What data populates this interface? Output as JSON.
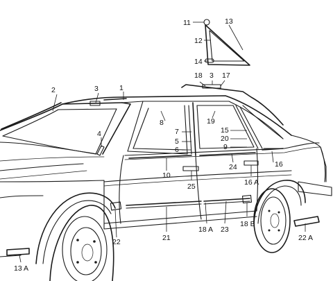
{
  "callouts": [
    {
      "id": "c1",
      "text": "1"
    },
    {
      "id": "c2",
      "text": "2"
    },
    {
      "id": "c3",
      "text": "3"
    },
    {
      "id": "c3b",
      "text": "3"
    },
    {
      "id": "c4",
      "text": "4"
    },
    {
      "id": "c5",
      "text": "5"
    },
    {
      "id": "c6",
      "text": "6"
    },
    {
      "id": "c7",
      "text": "7"
    },
    {
      "id": "c8",
      "text": "8"
    },
    {
      "id": "c9",
      "text": "9"
    },
    {
      "id": "c10",
      "text": "10"
    },
    {
      "id": "c11",
      "text": "11"
    },
    {
      "id": "c12",
      "text": "12"
    },
    {
      "id": "c13",
      "text": "13"
    },
    {
      "id": "c13A",
      "text": "13 A"
    },
    {
      "id": "c14",
      "text": "14"
    },
    {
      "id": "c15",
      "text": "15"
    },
    {
      "id": "c16",
      "text": "16"
    },
    {
      "id": "c16A",
      "text": "16 A"
    },
    {
      "id": "c17",
      "text": "17"
    },
    {
      "id": "c18",
      "text": "18"
    },
    {
      "id": "c18A",
      "text": "18 A"
    },
    {
      "id": "c18B",
      "text": "18 B"
    },
    {
      "id": "c19",
      "text": "19"
    },
    {
      "id": "c20",
      "text": "20"
    },
    {
      "id": "c21",
      "text": "21"
    },
    {
      "id": "c22",
      "text": "22"
    },
    {
      "id": "c22A",
      "text": "22 A"
    },
    {
      "id": "c23",
      "text": "23"
    },
    {
      "id": "c24",
      "text": "24"
    },
    {
      "id": "c25",
      "text": "25"
    }
  ]
}
